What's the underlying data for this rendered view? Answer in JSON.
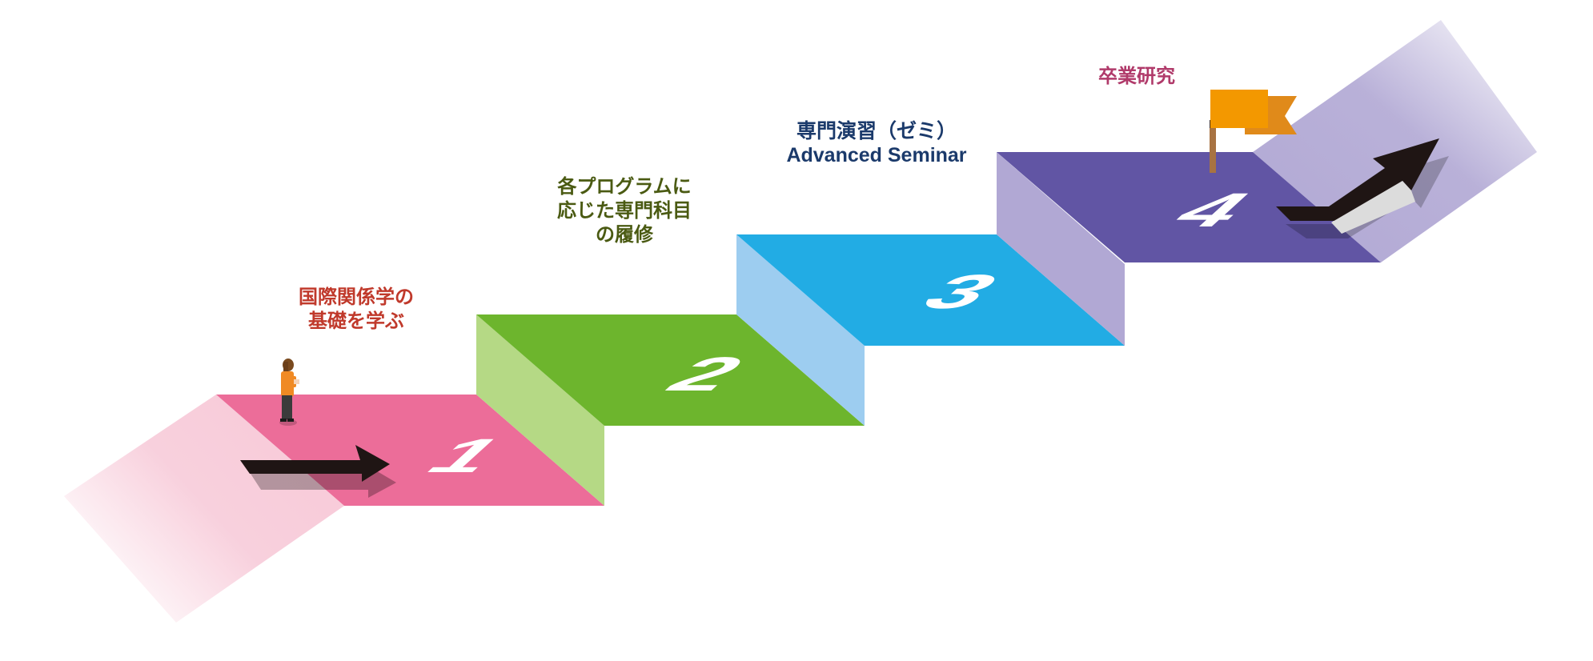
{
  "colors": {
    "step1_top": "#ec6d99",
    "step1_trail": "#f7c8d7",
    "step2_top": "#6db52d",
    "step2_riser": "#b5d985",
    "step3_top": "#22ace4",
    "step3_riser": "#9dcdf0",
    "step4_top": "#6155a4",
    "step4_riser": "#b1a8d4",
    "exit_trail": "#b1a8d4",
    "arrow": "#1f1514",
    "flag": "#f39800",
    "flag_shadow": "#e08a1a",
    "pole": "#a87342"
  },
  "steps": [
    {
      "number": "1",
      "lines": [
        "国際関係学の",
        "基礎を学ぶ"
      ]
    },
    {
      "number": "2",
      "lines": [
        "各プログラムに",
        "応じた専門科目",
        "の履修"
      ]
    },
    {
      "number": "3",
      "lines": [
        "専門演習（ゼミ）",
        "Advanced Seminar"
      ]
    },
    {
      "number": "4",
      "lines": [
        "卒業研究"
      ]
    }
  ],
  "icons": {
    "person": "person-icon",
    "flag": "goal-flag-icon",
    "start_arrow": "start-arrow-icon",
    "end_arrow": "finish-arrow-icon"
  }
}
